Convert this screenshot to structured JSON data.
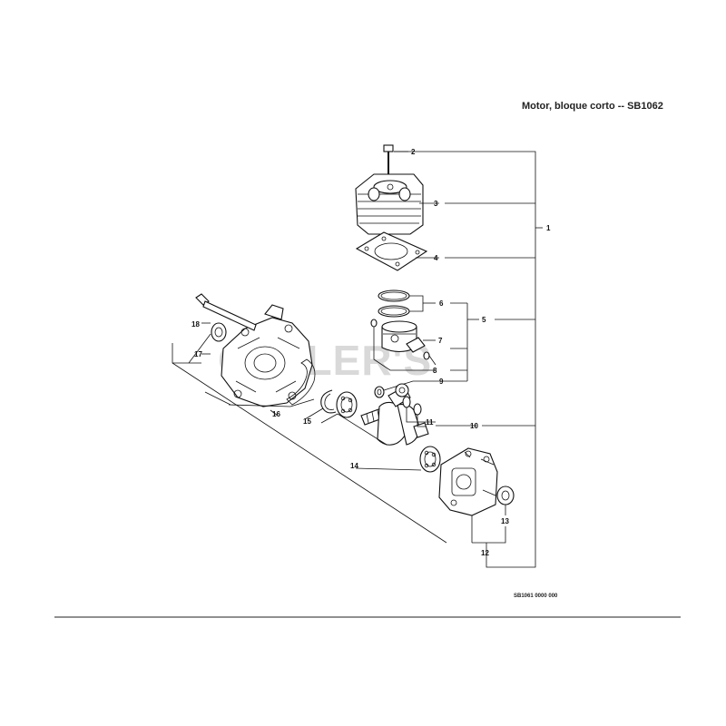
{
  "title": "Motor, bloque corto -- SB1062",
  "diagram_code": "SB1061 0000 000",
  "watermark": "CUTLER'S",
  "callouts": {
    "c1": "1",
    "c2": "2",
    "c3": "3",
    "c4": "4",
    "c5": "5",
    "c6": "6",
    "c7": "7",
    "c8": "8",
    "c9": "9",
    "c10": "10",
    "c11": "11",
    "c12": "12",
    "c13": "13",
    "c14": "14",
    "c15": "15",
    "c16": "16",
    "c17": "17",
    "c18": "18"
  }
}
